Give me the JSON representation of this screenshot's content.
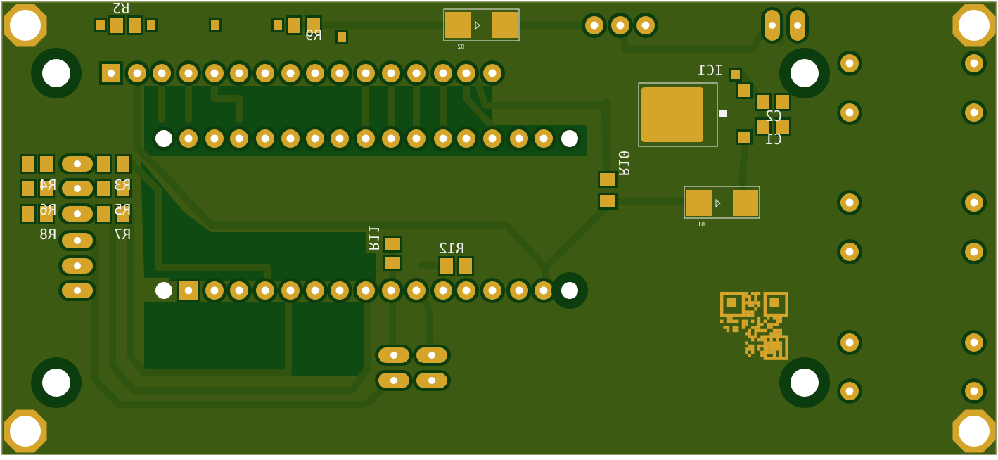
{
  "board": {
    "colors": {
      "board": "#3d5a12",
      "trace": "#2f4a0d",
      "clearance": "#0f4a12",
      "pad": "#d4a52a",
      "drill": "#ffffff",
      "silk": "#f2f2f2",
      "ring": "#0b3d0e"
    },
    "labels": {
      "r2": "R2",
      "r9": "R9",
      "d2": "D2",
      "d1": "D1",
      "ic1": "IC1",
      "c2": "C2",
      "c1": "C1",
      "r10": "R10",
      "r4": "R4",
      "r3": "R3",
      "r6": "R6",
      "r5": "R5",
      "r8": "R8",
      "r7": "R7",
      "r11": "R11",
      "r12": "R12"
    }
  }
}
